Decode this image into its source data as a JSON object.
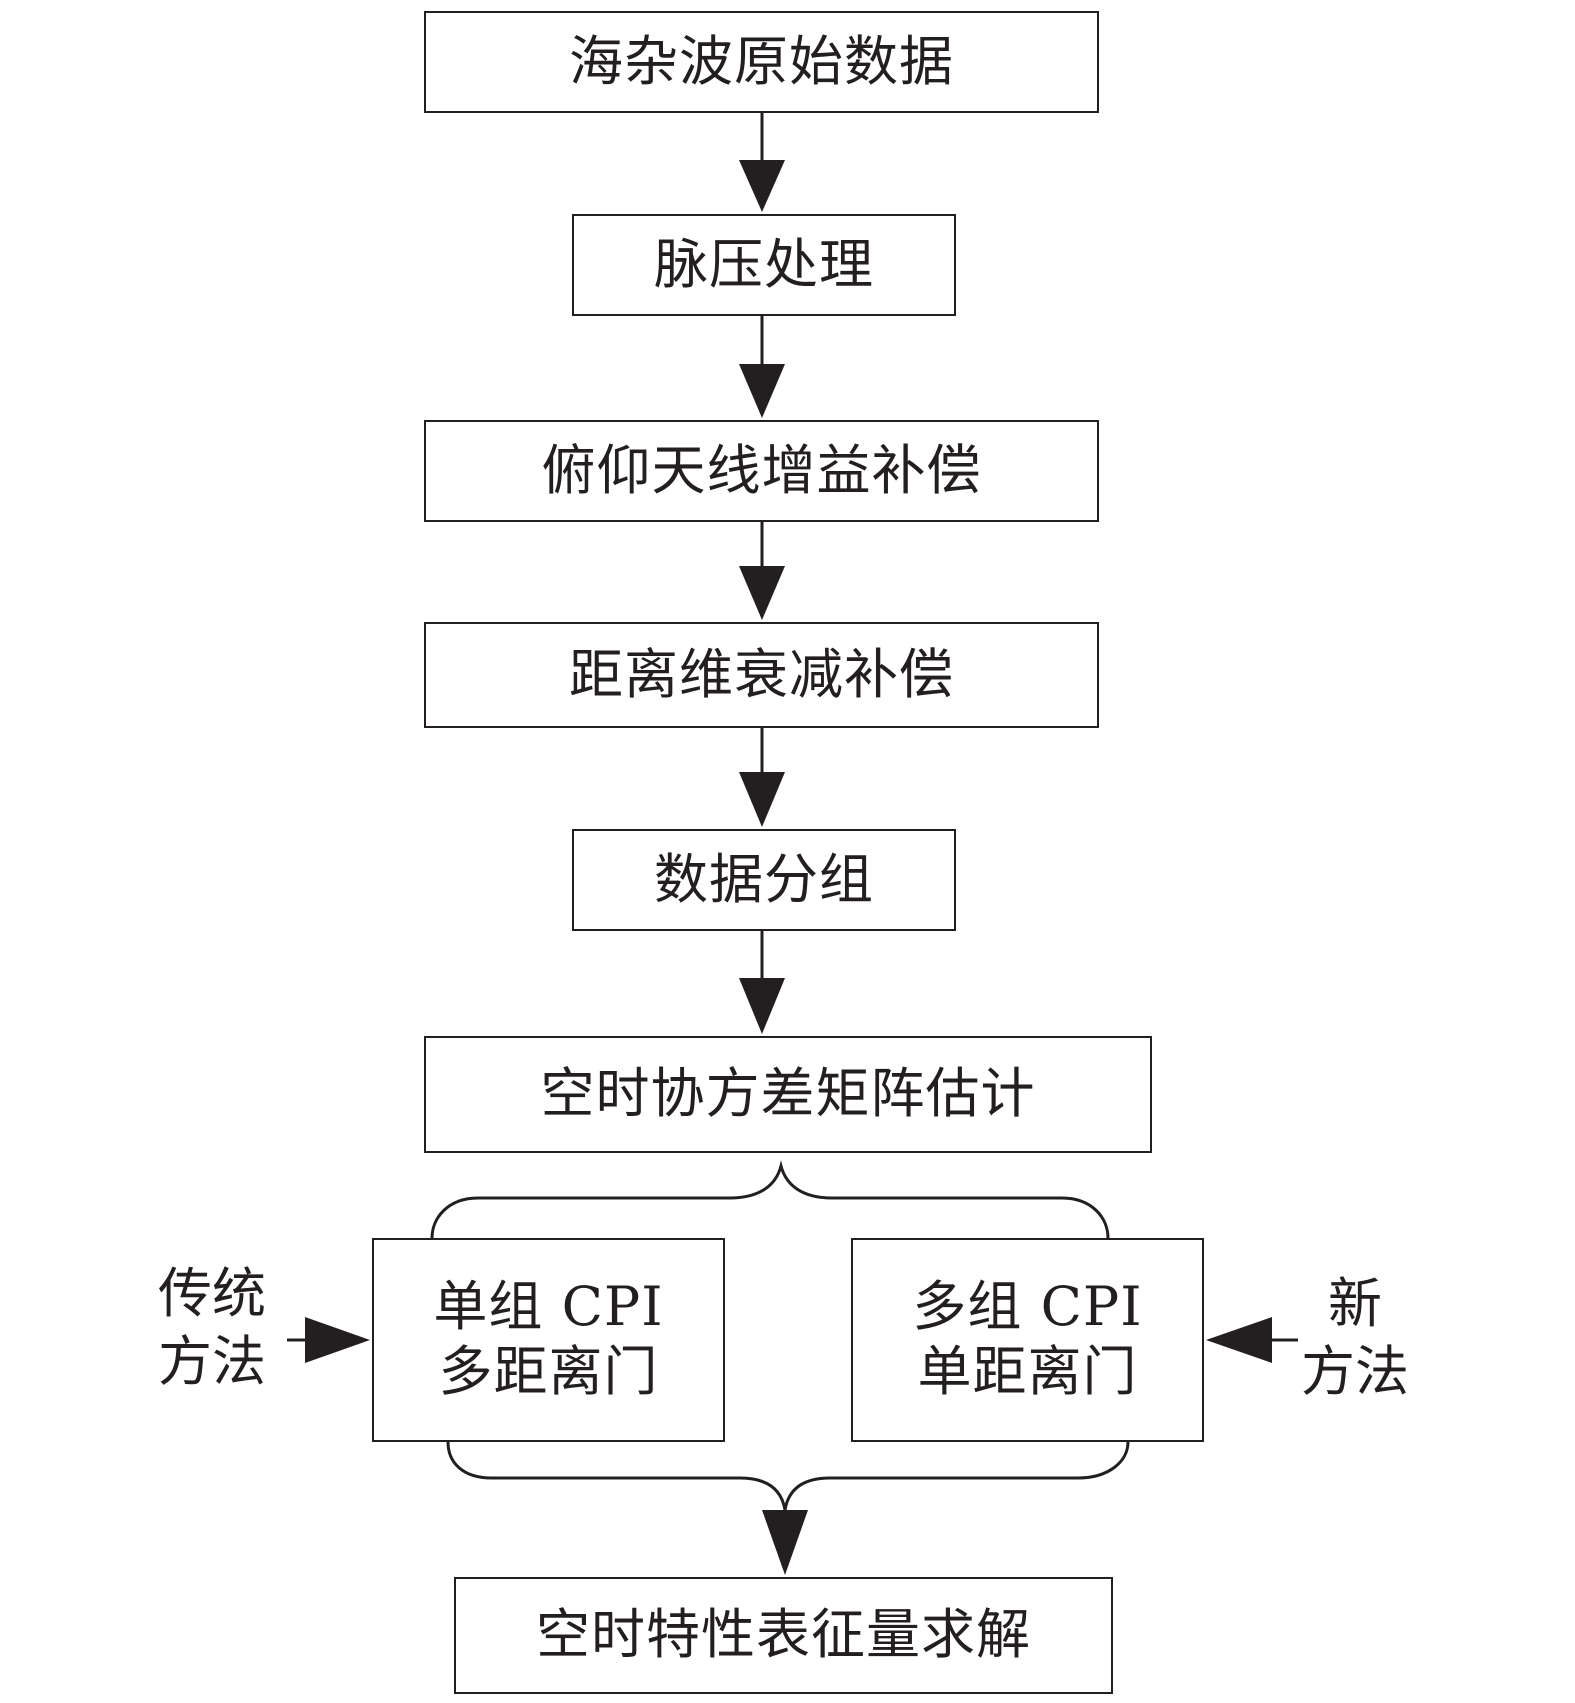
{
  "flowchart": {
    "steps": [
      {
        "label": "海杂波原始数据"
      },
      {
        "label": "脉压处理"
      },
      {
        "label": "俯仰天线增益补偿"
      },
      {
        "label": "距离维衰减补偿"
      },
      {
        "label": "数据分组"
      },
      {
        "label": "空时协方差矩阵估计"
      }
    ],
    "branches": {
      "traditional": {
        "line1": "单组 CPI",
        "line2": "多距离门",
        "side_line1": "传统",
        "side_line2": "方法"
      },
      "new": {
        "line1": "多组 CPI",
        "line2": "单距离门",
        "side_line1": "新",
        "side_line2": "方法"
      }
    },
    "final_step": {
      "label": "空时特性表征量求解"
    }
  }
}
